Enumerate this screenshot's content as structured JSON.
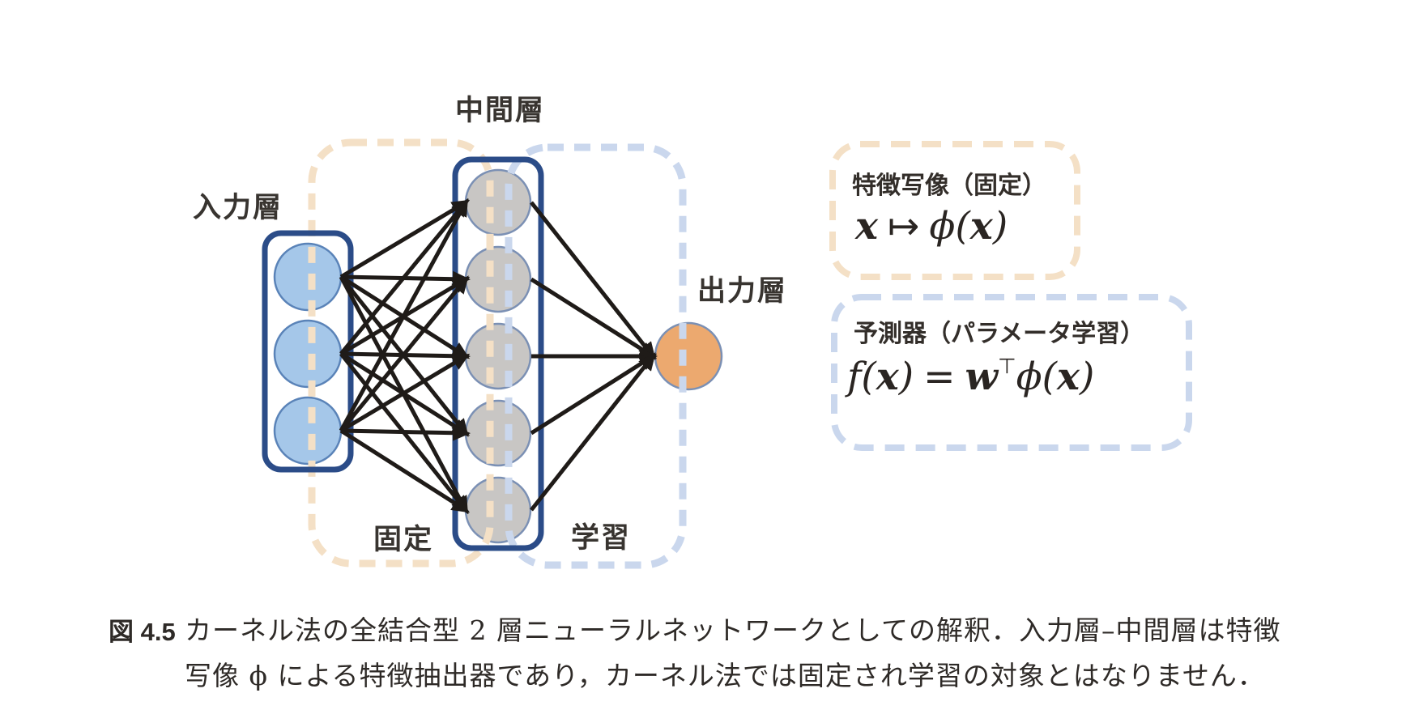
{
  "figure": {
    "labels": {
      "input_layer": "入力層",
      "hidden_layer": "中間層",
      "output_layer": "出力層",
      "fixed": "固定",
      "learned": "学習"
    },
    "network": {
      "input_nodes": 3,
      "hidden_nodes": 5,
      "output_nodes": 1,
      "connectivity": "fully-connected"
    },
    "colors": {
      "input_node_fill": "#a5c7e9",
      "hidden_node_fill": "#c8c6c4",
      "output_node_fill": "#eca96f",
      "layer_box_stroke": "#2b4c88",
      "fixed_region_dash": "#f4e0c6",
      "learned_region_dash": "#cad7ed",
      "edge_color": "#1f1b18"
    }
  },
  "annotation_boxes": {
    "feature_map": {
      "title": "特徴写像（固定）",
      "formula": {
        "arg": "x",
        "mapsto": "↦",
        "phi_open": "ϕ(",
        "arg2": "x",
        "close": ")"
      }
    },
    "predictor": {
      "title": "予測器（パラメータ学習）",
      "formula": {
        "f_open": "f(",
        "arg": "x",
        "close1": ")",
        "equals": "=",
        "weight": "w",
        "transpose": "⊤",
        "phi_open": "ϕ(",
        "arg2": "x",
        "close2": ")"
      }
    }
  },
  "caption": {
    "figure_label": "図 4.5",
    "line1": "カーネル法の全結合型 2 層ニューラルネットワークとしての解釈．入力層–中間層は特徴",
    "line2": "写像 ϕ による特徴抽出器であり，カーネル法では固定され学習の対象とはなりません．"
  }
}
